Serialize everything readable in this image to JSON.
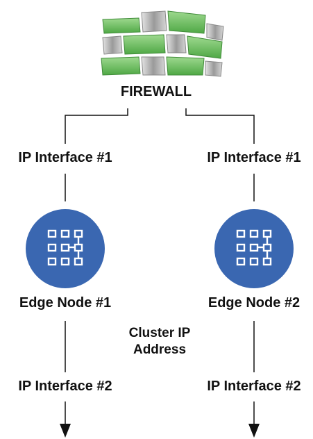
{
  "firewall": {
    "label": "FIREWALL",
    "icon": "brick-wall-icon",
    "brick_green": "#6fbf6a",
    "brick_grey": "#a8a8a8"
  },
  "left_branch": {
    "top_interface": "IP Interface #1",
    "node_label": "Edge Node #1",
    "bottom_interface": "IP Interface #2"
  },
  "right_branch": {
    "top_interface": "IP Interface #1",
    "node_label": "Edge Node #2",
    "bottom_interface": "IP Interface #2"
  },
  "cluster": {
    "line1": "Cluster IP",
    "line2": "Address"
  },
  "colors": {
    "node_fill": "#3a67b1",
    "line": "#111111"
  },
  "node_icon": "grid-network-icon"
}
